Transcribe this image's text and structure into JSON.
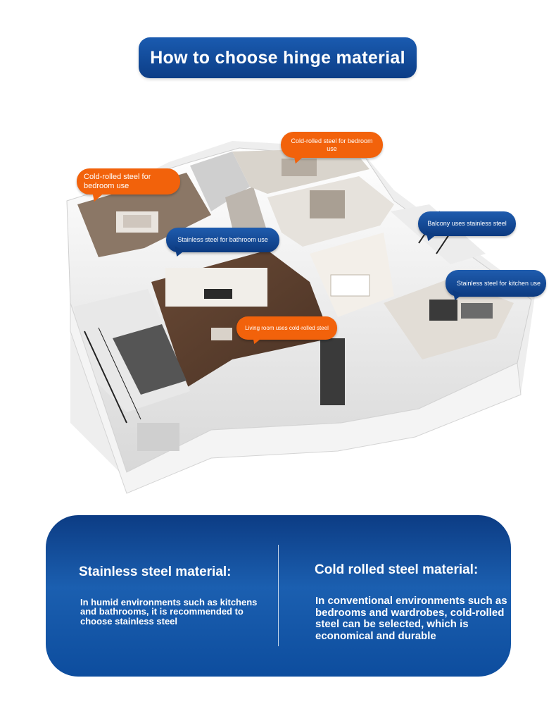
{
  "header": {
    "title": "How to choose hinge material"
  },
  "callouts": [
    {
      "id": "bedroom-top",
      "text": "Cold-rolled steel for bedroom use",
      "color": "#f2620b"
    },
    {
      "id": "bedroom-left",
      "text": "Cold-rolled steel for bedroom use",
      "color": "#f2620b"
    },
    {
      "id": "bathroom",
      "text": "Stainless steel for bathroom use",
      "color": "#0d3c82"
    },
    {
      "id": "balcony",
      "text": "Balcony uses stainless steel",
      "color": "#0d3c82"
    },
    {
      "id": "kitchen",
      "text": "Stainless steel for kitchen use",
      "color": "#0d3c82"
    },
    {
      "id": "living-room",
      "text": "Living room uses cold-rolled steel",
      "color": "#f2620b"
    }
  ],
  "info": {
    "stainless": {
      "title": "Stainless steel material:",
      "text": "In humid environments such as kitchens and bathrooms, it is recommended to choose stainless steel"
    },
    "cold_rolled": {
      "title": "Cold rolled steel material:",
      "text": "In conventional environments such as bedrooms and wardrobes, cold-rolled steel can be selected, which is economical and durable"
    }
  }
}
